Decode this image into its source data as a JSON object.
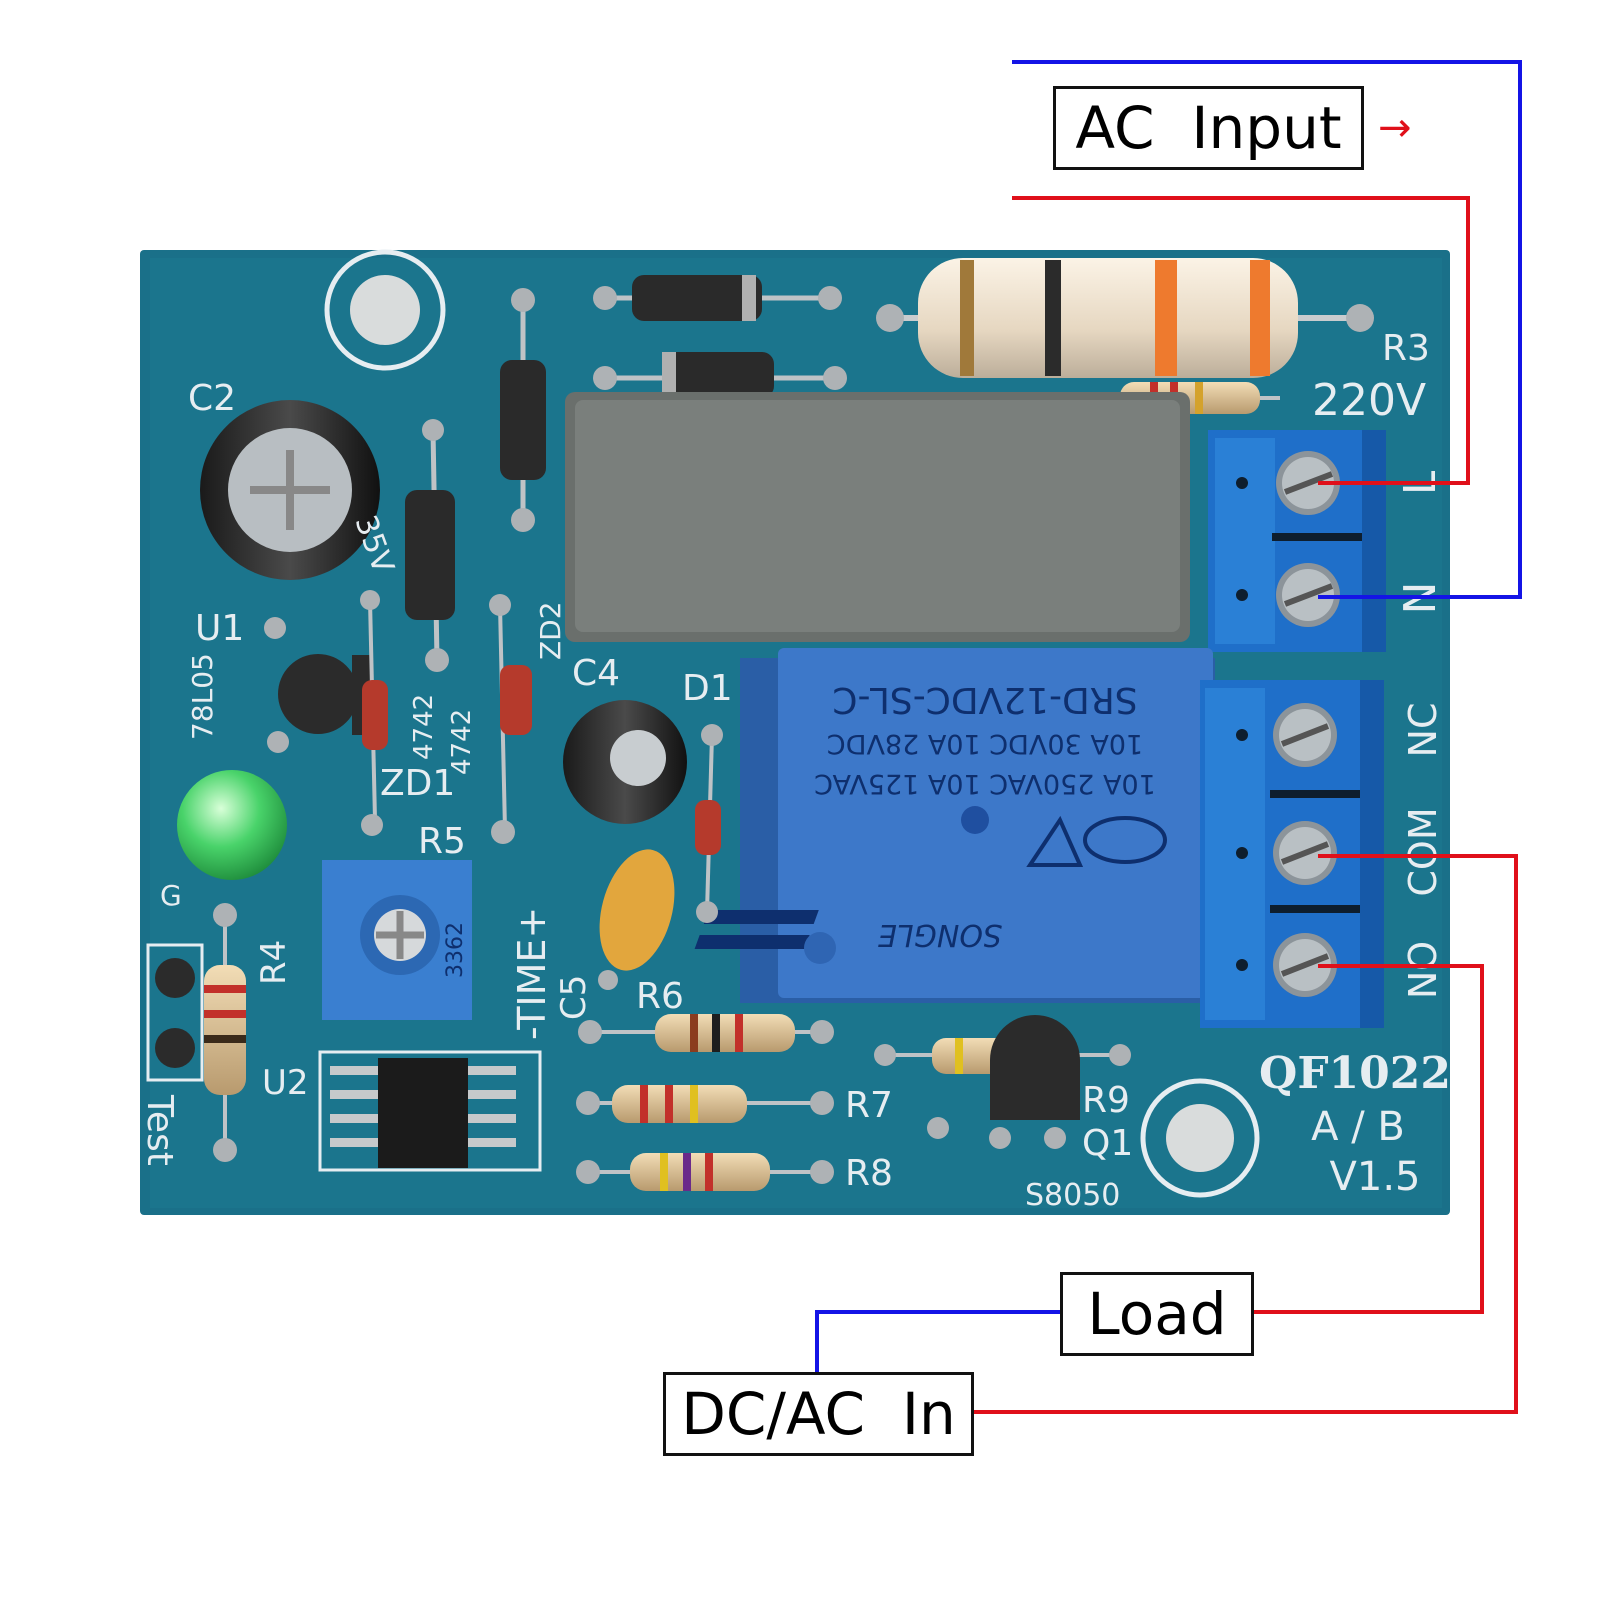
{
  "labels": {
    "ac_input": "AC  Input",
    "arrow": "→",
    "load": "Load",
    "dc_ac_in": "DC/AC  In"
  },
  "board": {
    "top_terminal": [
      "L",
      "N"
    ],
    "bottom_terminal": [
      "NC",
      "COM",
      "NO"
    ],
    "voltage": "220V",
    "model": "QF1022",
    "variant": "A / B",
    "version": "V1.5",
    "trim_label": "-TIME+",
    "test_label": "Test",
    "designators": {
      "c2": "C2",
      "u1": "U1",
      "u1_part": "78L05",
      "zd1": "ZD1",
      "zd1_part": "4742",
      "zd2_part": "4742",
      "zd2": "ZD2",
      "c4": "C4",
      "d1": "D1",
      "r3": "R3",
      "r4": "R4",
      "r5": "R5",
      "r6": "R6",
      "r7": "R7",
      "r8": "R8",
      "r9": "R9",
      "q1": "Q1",
      "q1_part": "S8050",
      "c5": "C5",
      "u2": "U2",
      "g": "G"
    },
    "relay": {
      "model": "SRD-12VDC-SL-C",
      "rating_1": "10A 250VAC  10A 125VAC",
      "rating_2": "10A 30VDC  10A 28VDC",
      "brand": "SONGLE"
    },
    "pot_code": "3362",
    "cap_marking": "35V"
  },
  "colors": {
    "pcb": "#1a7089",
    "wire_live": "#e0101a",
    "wire_neutral": "#1414e6",
    "terminal": "#1f6fc9",
    "relay": "#3d78c9"
  }
}
